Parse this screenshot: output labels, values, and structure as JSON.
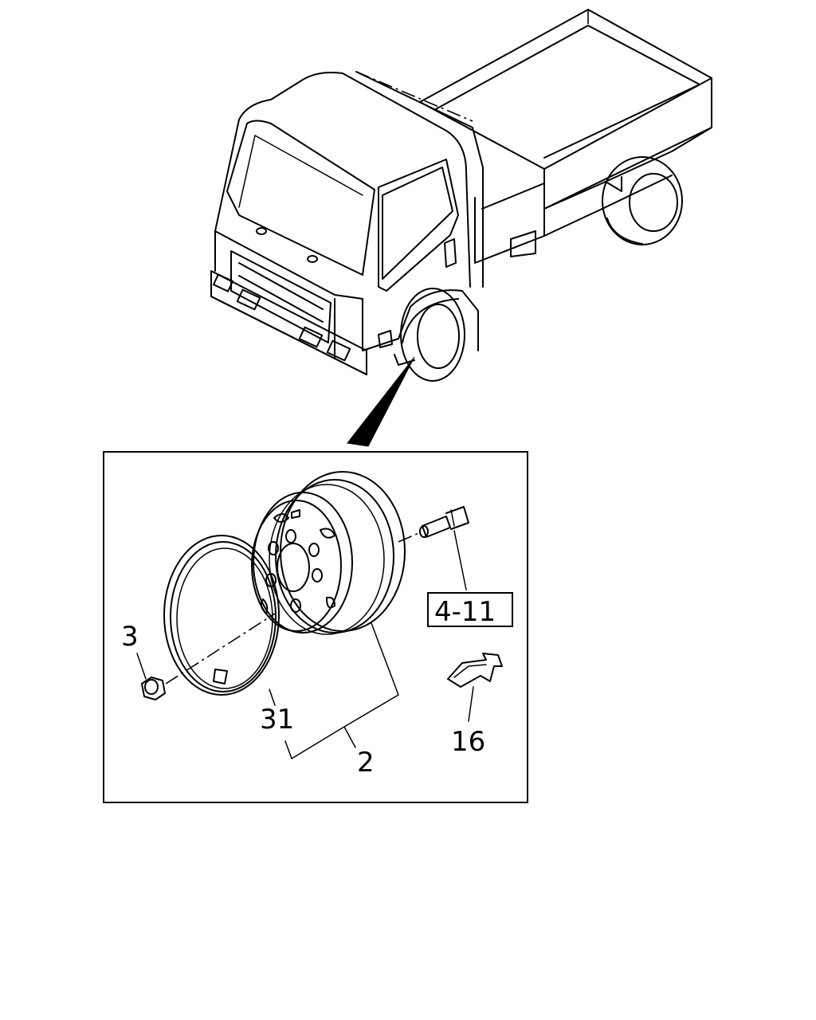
{
  "callouts": {
    "nut": "3",
    "wheel_assembly": "2",
    "ring": "31",
    "clip": "16",
    "ref_box": "4-11"
  }
}
